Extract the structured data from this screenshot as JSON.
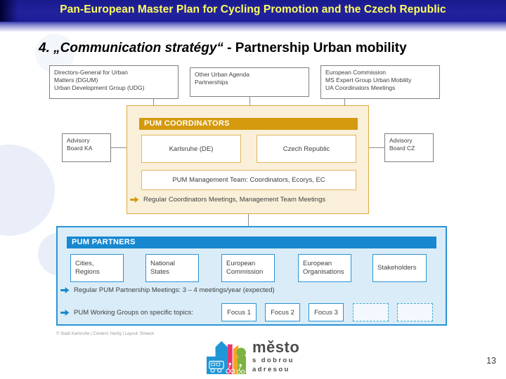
{
  "slide": {
    "header_title": "Pan-European Master Plan for Cycling Promotion and the Czech Republic",
    "subtitle_italic": "4. „Communication stratégy“",
    "subtitle_rest": " - Partnership Urban mobility",
    "credit": "© Stadt Karlsruhe | Content: Hartig | Layout: Streeck",
    "page_number": "13"
  },
  "diagram": {
    "top_boxes": [
      {
        "text": "Directors-General for Urban\nMatters (DGUM)\nUrban Development Group (UDG)"
      },
      {
        "text": "Other Urban Agenda\nPartnerships"
      },
      {
        "text": "European Commission\nMS Expert Group Urban Mobility\nUA Coordinators Meetings"
      }
    ],
    "advisory_boards": [
      {
        "text": "Advisory\nBoard KA"
      },
      {
        "text": "Advisory\nBoard CZ"
      }
    ],
    "coordinators": {
      "header": "PUM COORDINATORS",
      "members": [
        "Karlsruhe (DE)",
        "Czech Republic"
      ],
      "management_team": "PUM Management Team: Coordinators, Ecorys, EC",
      "note": "Regular Coordinators Meetings, Management Team Meetings"
    },
    "partners": {
      "header": "PUM PARTNERS",
      "groups": [
        "Cities,\nRegions",
        "National\nStates",
        "European\nCommission",
        "European\nOrganisations",
        "Stakeholders"
      ],
      "note_meetings": "Regular PUM Partnership Meetings: 3 – 4 meetings/year (expected)",
      "note_working_groups": "PUM Working Groups on specific topics:",
      "focus_boxes": [
        "Focus 1",
        "Focus 2",
        "Focus 3"
      ],
      "placeholder_count": 2
    }
  },
  "logo": {
    "line1": "město",
    "line2": "s dobrou",
    "line3": "adresou"
  },
  "colors": {
    "header_navy": "#22229e",
    "header_yellow": "#ffff5e",
    "coordinators_orange": "#d5990e",
    "coordinators_cream": "#faf0da",
    "partners_blue": "#1788cf",
    "partners_light_blue": "#d9ecf8",
    "logo_blue": "#2196d6",
    "logo_pink": "#e8336e",
    "logo_orange": "#f5a623",
    "logo_green": "#7cb342"
  }
}
